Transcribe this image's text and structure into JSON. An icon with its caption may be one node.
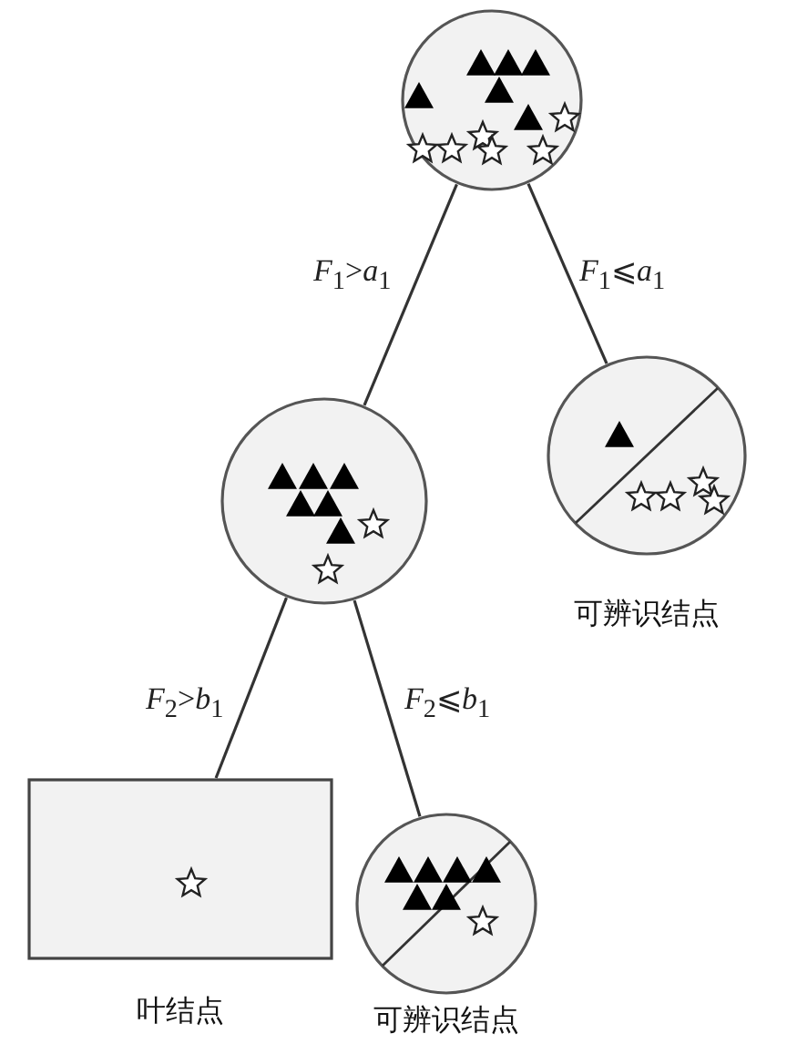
{
  "diagram": {
    "nodes": [
      {
        "text": [],
        "shape": "circle"
      },
      {
        "text": [],
        "shape": "circle"
      },
      {
        "text": [],
        "shape": "circle",
        "beside": [
          "可辨识结点"
        ]
      },
      {
        "text": [],
        "shape": "box",
        "beside": [
          "叶结点"
        ]
      },
      {
        "text": [],
        "shape": "circle",
        "beside": [
          "可辨识结点"
        ]
      }
    ],
    "edges": [
      {
        "from": 0,
        "to": 1,
        "arrow": "none",
        "label": "*F*$_{1}$>*a*$_{1}$"
      },
      {
        "from": 0,
        "to": 2,
        "arrow": "none",
        "label": "*F*$_{1}$⩽*a*$_{1}$"
      },
      {
        "from": 1,
        "to": 3,
        "arrow": "none",
        "label": "*F*$_{2}$>*b*$_{1}$"
      },
      {
        "from": 1,
        "to": 4,
        "arrow": "none",
        "label": "*F*$_{2}$⩽*b*$_{1}$"
      }
    ]
  }
}
